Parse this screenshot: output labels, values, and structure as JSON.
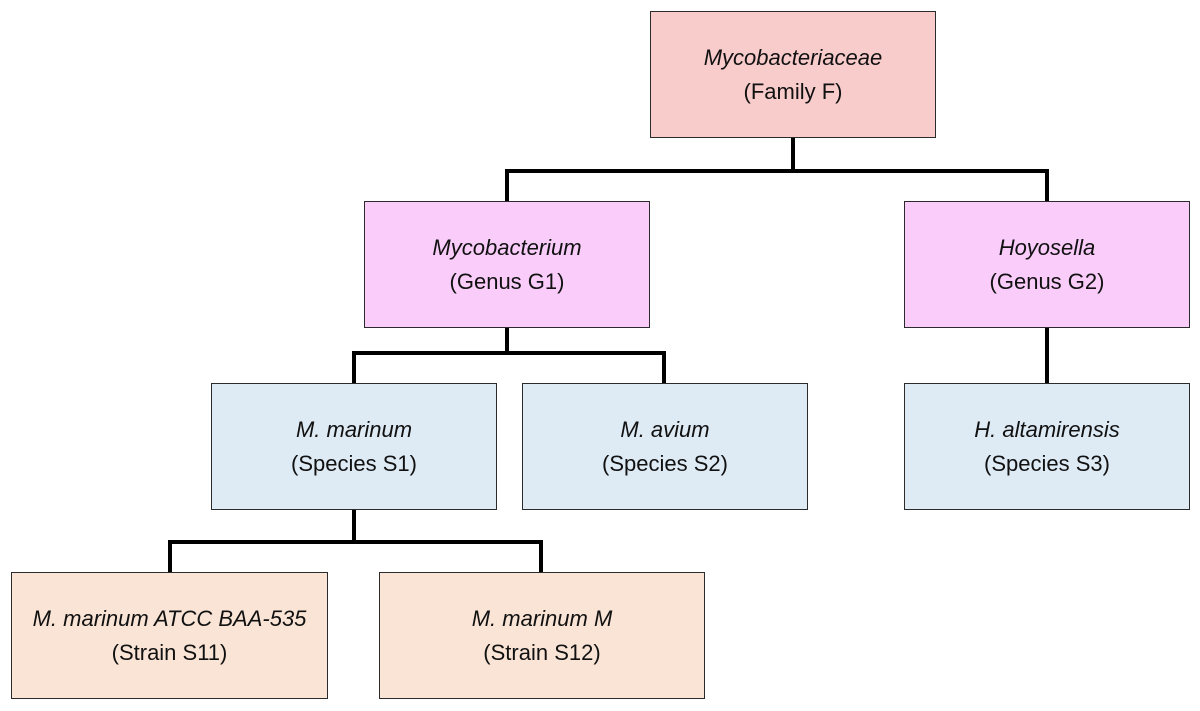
{
  "nodes": {
    "family": {
      "name": "Mycobacteriaceae",
      "rank": "(Family F)",
      "color": "#f9cccc"
    },
    "genus_g1": {
      "name": "Mycobacterium",
      "rank": "(Genus G1)",
      "color": "#f9ccf9"
    },
    "genus_g2": {
      "name": "Hoyosella",
      "rank": "(Genus G2)",
      "color": "#f9ccf9"
    },
    "species_s1": {
      "name": "M. marinum",
      "rank": "(Species S1)",
      "color": "#deeaf4"
    },
    "species_s2": {
      "name": "M. avium",
      "rank": "(Species S2)",
      "color": "#deeaf4"
    },
    "species_s3": {
      "name": "H. altamirensis",
      "rank": "(Species S3)",
      "color": "#deeaf4"
    },
    "strain_s11": {
      "name": "M. marinum ATCC BAA-535",
      "rank": "(Strain S11)",
      "color": "#f9e4d6"
    },
    "strain_s12": {
      "name": "M. marinum M",
      "rank": "(Strain S12)",
      "color": "#f9e4d6"
    }
  },
  "edges": [
    {
      "from": "family",
      "to": "genus_g1"
    },
    {
      "from": "family",
      "to": "genus_g2"
    },
    {
      "from": "genus_g1",
      "to": "species_s1"
    },
    {
      "from": "genus_g1",
      "to": "species_s2"
    },
    {
      "from": "genus_g2",
      "to": "species_s3"
    },
    {
      "from": "species_s1",
      "to": "strain_s11"
    },
    {
      "from": "species_s1",
      "to": "strain_s12"
    }
  ]
}
